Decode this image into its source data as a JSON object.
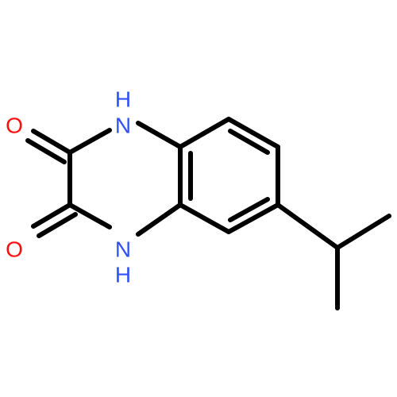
{
  "molecule": {
    "atoms": {
      "o1": {
        "symbol": "O",
        "color": "#ff0d0d"
      },
      "o2": {
        "symbol": "O",
        "color": "#ff0d0d"
      },
      "n1_n": {
        "symbol": "N",
        "color": "#3050f8"
      },
      "n1_h": {
        "symbol": "H",
        "color": "#3050f8"
      },
      "n2_n": {
        "symbol": "N",
        "color": "#3050f8"
      },
      "n2_h": {
        "symbol": "H",
        "color": "#3050f8"
      }
    }
  }
}
